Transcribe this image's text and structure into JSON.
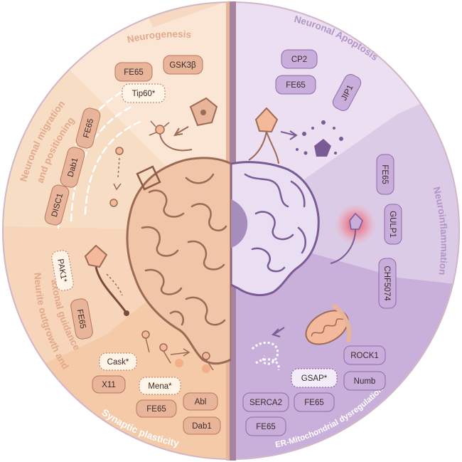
{
  "colors": {
    "left_outer": "#f6d9c0",
    "left_inner": "#fbe6d4",
    "left_light": "#fdf0e5",
    "right_outer": "#cbb2d9",
    "right_inner": "#dccbe6",
    "right_light": "#ebe0f1",
    "divider": "#9b7a9a",
    "left_text": "#e2a88a",
    "right_text": "#b294c6",
    "pill_left": "#e8b49a",
    "pill_left_stroke": "#b9765c",
    "pill_right": "#c9aedb",
    "pill_right_stroke": "#8f6aa7",
    "pill_dotted": "#fff7ec",
    "brain_left": "#f0c5a8",
    "brain_left_stroke": "#9c6a55",
    "brain_right": "#e9def2",
    "brain_right_stroke": "#7a5b95"
  },
  "sections": {
    "neurogenesis": {
      "title": "Neurogenesis",
      "pills": [
        "FE65",
        "GSK3β",
        "Tip60*"
      ]
    },
    "migration": {
      "title_line1": "Neuronal migration",
      "title_line2": "and positioning",
      "pills": [
        "FE65",
        "Dab1",
        "DISC1"
      ]
    },
    "neurite": {
      "title_line1": "Neurite outgrowth and",
      "title_line2": "axonal guidance",
      "pills": [
        "PAK1*",
        "FE65"
      ]
    },
    "synaptic": {
      "title": "Synaptic plasticity",
      "pills": [
        "Cask*",
        "X11",
        "Mena*",
        "FE65",
        "Abl",
        "Dab1"
      ]
    },
    "apoptosis": {
      "title": "Neuronal Apoptosis",
      "pills": [
        "CP2",
        "FE65",
        "JIP1"
      ]
    },
    "inflammation": {
      "title": "Neuroinflammation",
      "pills": [
        "FE65",
        "GULP1",
        "CHF5074"
      ]
    },
    "er_mito": {
      "title": "ER-Mitochondrial dysregulation",
      "pills": [
        "ROCK1",
        "GSAP*",
        "Numb",
        "SERCA2",
        "FE65",
        "FE65"
      ]
    }
  }
}
